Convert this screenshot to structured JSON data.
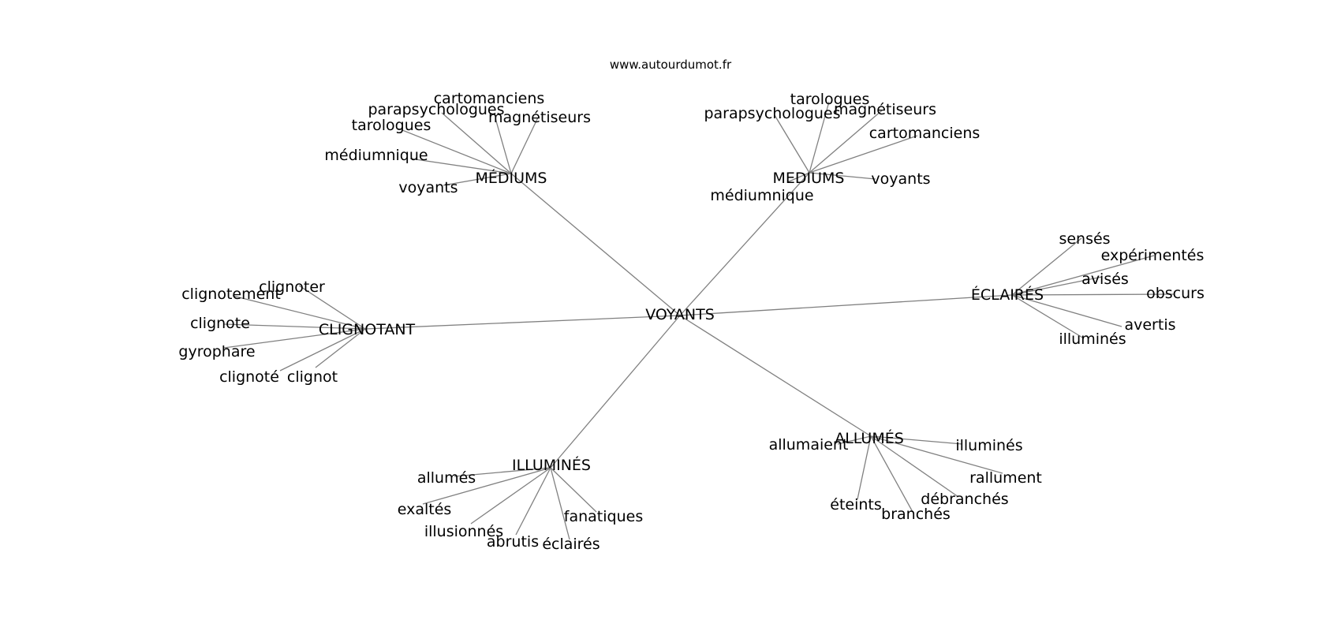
{
  "source": "www.autourdumot.fr",
  "graph": {
    "center": "VOYANTS",
    "groups": [
      {
        "label": "MÉDIUMS",
        "children": [
          "cartomanciens",
          "parapsychologues",
          "magnétiseurs",
          "tarologues",
          "médiumnique",
          "voyants"
        ]
      },
      {
        "label": "MEDIUMS",
        "children": [
          "tarologues",
          "parapsychologues",
          "magnétiseurs",
          "cartomanciens",
          "voyants",
          "médiumnique"
        ]
      },
      {
        "label": "ÉCLAIRÉS",
        "children": [
          "sensés",
          "expérimentés",
          "avisés",
          "obscurs",
          "avertis",
          "illuminés"
        ]
      },
      {
        "label": "CLIGNOTANT",
        "children": [
          "clignoter",
          "clignotement",
          "clignote",
          "gyrophare",
          "clignoté",
          "clignot"
        ]
      },
      {
        "label": "ALLUMÉS",
        "children": [
          "allumaient",
          "illuminés",
          "rallument",
          "débranchés",
          "branchés",
          "éteints"
        ]
      },
      {
        "label": "ILLUMINÉS",
        "children": [
          "allumés",
          "exaltés",
          "illusionnés",
          "abrutis",
          "éclairés",
          "fanatiques"
        ]
      }
    ]
  }
}
